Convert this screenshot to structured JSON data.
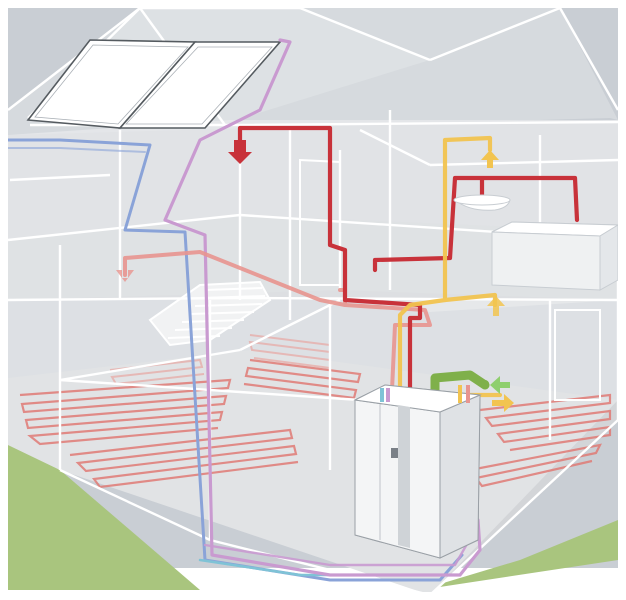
{
  "illustration": {
    "components": [
      "solar-collectors",
      "heat-pump-unit",
      "underfloor-heating",
      "wash-basin",
      "bathtub",
      "staircase"
    ],
    "colors": {
      "sky": "#c7ccd2",
      "roof": "#d4d8dc",
      "ground": "#a9c57e",
      "floor": "#d5d7d9",
      "house_lines": "#ffffff",
      "cold_pipe": "#8aa3d8",
      "solar_pipe": "#c99ad0",
      "hot_pipe": "#c8323a",
      "warm_pipe": "#e07b76",
      "hot_water": "#f2c450",
      "green_pipe": "#7fb04a",
      "ventilation_arrow": "#8fcf6e",
      "heat_pump_body": "#f4f5f6"
    },
    "icons": [
      "arrow-down-icon",
      "arrow-up-icon",
      "arrow-left-icon",
      "arrow-right-icon"
    ]
  }
}
